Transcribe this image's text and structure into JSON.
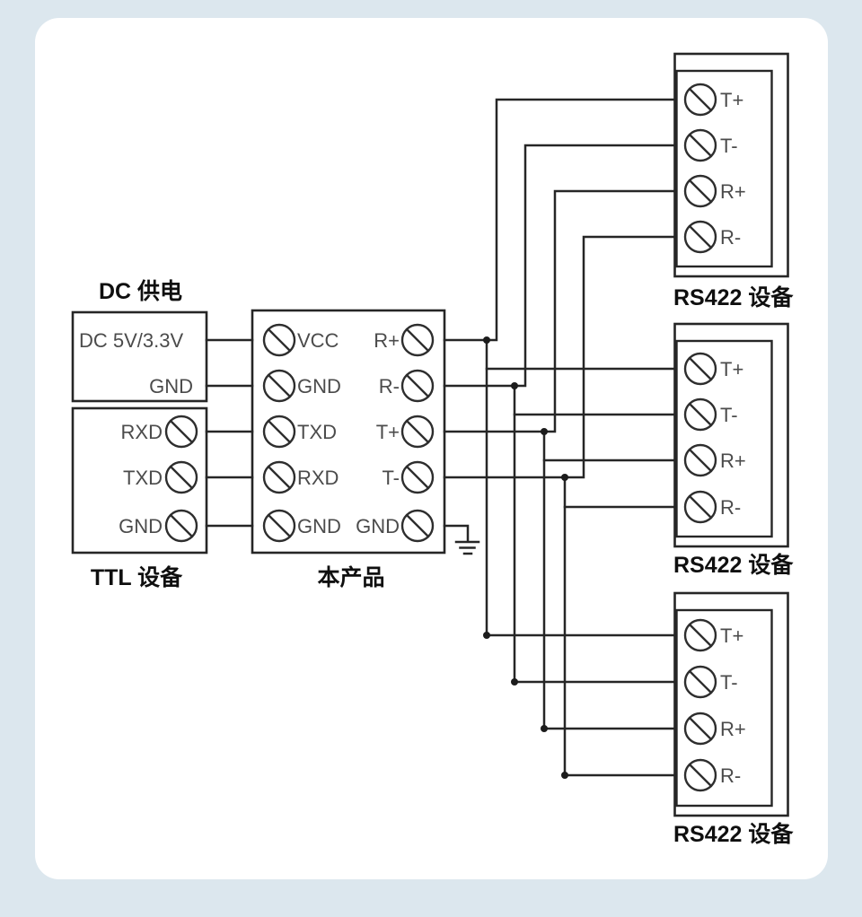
{
  "diagram": {
    "kind": "wiring-diagram",
    "colors": {
      "background": "#dce7ee",
      "card": "#ffffff",
      "line": "#262626",
      "pin_text": "#4b4b4b",
      "title_text": "#0f0f0f"
    },
    "icons": {
      "screw_terminal": "circle-with-diagonal-slash",
      "junction": "filled-dot",
      "ground": "earth-ground-three-bars"
    }
  },
  "dc_supply": {
    "title": "DC 供电",
    "pins": [
      "DC 5V/3.3V",
      "GND"
    ]
  },
  "ttl_device": {
    "title": "TTL 设备",
    "pins": [
      "RXD",
      "TXD",
      "GND"
    ]
  },
  "product": {
    "title": "本产品",
    "left_pins": [
      "VCC",
      "GND",
      "TXD",
      "RXD",
      "GND"
    ],
    "right_pins": [
      "R+",
      "R-",
      "T+",
      "T-",
      "GND"
    ]
  },
  "rs422_devices": [
    {
      "title": "RS422 设备",
      "pins": [
        "T+",
        "T-",
        "R+",
        "R-"
      ]
    },
    {
      "title": "RS422 设备",
      "pins": [
        "T+",
        "T-",
        "R+",
        "R-"
      ]
    },
    {
      "title": "RS422 设备",
      "pins": [
        "T+",
        "T-",
        "R+",
        "R-"
      ]
    }
  ]
}
